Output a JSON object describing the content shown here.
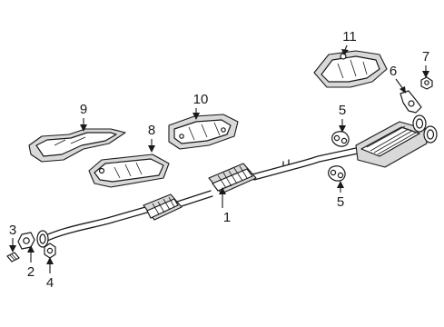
{
  "callouts": [
    {
      "id": "c1",
      "label": "1"
    },
    {
      "id": "c2",
      "label": "2"
    },
    {
      "id": "c3",
      "label": "3"
    },
    {
      "id": "c4",
      "label": "4"
    },
    {
      "id": "c5a",
      "label": "5"
    },
    {
      "id": "c5b",
      "label": "5"
    },
    {
      "id": "c6",
      "label": "6"
    },
    {
      "id": "c7",
      "label": "7"
    },
    {
      "id": "c8",
      "label": "8"
    },
    {
      "id": "c9",
      "label": "9"
    },
    {
      "id": "c10",
      "label": "10"
    },
    {
      "id": "c11",
      "label": "11"
    }
  ]
}
